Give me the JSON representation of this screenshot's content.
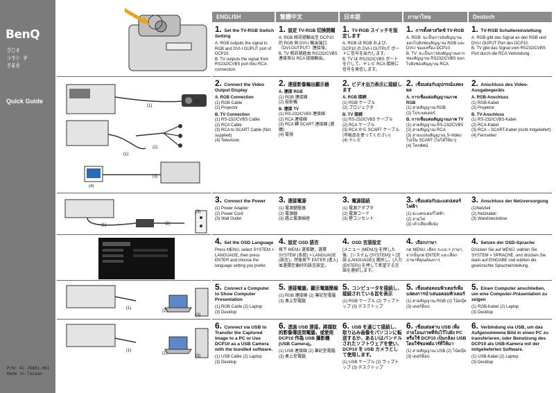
{
  "sidebar": {
    "brand": "BenQ",
    "glyph_block": [
      "ꑄ꒨ꑌ",
      "ꐈꑜꐈ ꑡ",
      "ꐛꑪꑖ"
    ],
    "section_title": "Quick Guide",
    "part_number": "P/N: 4J.J6801.001",
    "made_in": "Made in Taiwan"
  },
  "languages": [
    "ENGLISH",
    "繁體中文",
    "日本語",
    "ภาษาไทย",
    "Deutsch"
  ],
  "figure_labels": {
    "s2": [
      "(2)",
      "(1)",
      "(1)",
      "(2)",
      "(3)",
      "(4)"
    ],
    "s3": [
      "(3)",
      "(2)",
      "(1)"
    ],
    "s5": [
      "(1)",
      "(2)",
      "(3)"
    ],
    "s6": [
      "(1)",
      "(2)",
      "(3)"
    ]
  },
  "steps": {
    "en": [
      {
        "n": "1.",
        "t": "Set the TV-RGB Switch Setting",
        "items": [
          "A. RGB outputs the signal to RGB and DVI-I OUPUT port of DCP10.",
          "B. TV outputs the signal from RS232/CVBS port thru RCA connection."
        ]
      },
      {
        "n": "2.",
        "t": "Connect the Video Output Display",
        "items": [
          "A. RGB Connection",
          "(1) RGB Cable",
          "(2) Projector",
          "B. TV Connection",
          "(1) RS-232/CVBS Cable",
          "(2) RCA Cable",
          "(3) RCA to SCART Cable (Not supplied)",
          "(4) Television"
        ]
      },
      {
        "n": "3.",
        "t": "Connect the Power",
        "items": [
          "(1) Power Adapter",
          "(2) Power Cord",
          "(3) Wall Outlet"
        ]
      },
      {
        "n": "4.",
        "t": "Set the OSD Language",
        "items": [
          "Press MENU, select SYSTEM > LANGUAGE, then press ENTER and choose the language setting you prefer."
        ]
      },
      {
        "n": "5.",
        "t": "Connect a Computer to Show Computer Presentation",
        "items": [
          "(1) RGB Cable (2) Laptop",
          "(3) Desktop"
        ]
      },
      {
        "n": "6.",
        "t": "Connect via USB to Transfer the Captured Image to a PC or Use DCP10 as a USB Camera with the bundled software.",
        "items": [
          "(1) USB Cable (2) Laptop",
          "(3) Desktop"
        ]
      }
    ],
    "zh": [
      {
        "n": "1.",
        "t": "設定 TV-RGB 切換開關",
        "items": [
          "A. RGB 將訊號輸出至 DCP10 的 RGB 與 DVI-I 輸出端口（DVI-OUTPUT）連接埠。",
          "B. TV 將訊號經由 RS232/CVBS 連接埠以 RCA 接頭輸出。"
        ]
      },
      {
        "n": "2.",
        "t": "連接影像輸出顯示器",
        "items": [
          "A. 連接 RGB",
          "(1) RGB 連接線",
          "(2) 投影機",
          "B. 連接 TV",
          "(1) RS-232/CVBS 連接線",
          "(2) RCA 連接線",
          "(3) RCA 轉 SCART 連接線 (選購)",
          "(4) 電視"
        ]
      },
      {
        "n": "3.",
        "t": "連接電源",
        "items": [
          "(1) 電源變壓器",
          "(2) 電源線",
          "(3) 牆上電源插座"
        ]
      },
      {
        "n": "4.",
        "t": "設定 OSD 語言",
        "items": [
          "按下 MENU 選單鍵，選擇 SYSTEM (系統) > LANGUAGE (語言)，然後按下 ENTER (進入) 並選擇您偏好的語言設定。"
        ]
      },
      {
        "n": "5.",
        "t": "連接電腦，顯示電腦簡報",
        "items": [
          "(1) RGB 連接線 (2) 筆記型電腦",
          "(3) 桌上型電腦"
        ]
      },
      {
        "n": "6.",
        "t": "透過 USB 連接，將擷取的影像傳送到電腦，或使用 DCP10 作為 USB 攝影機 (USB Camera)。",
        "items": [
          "(1) USB 連接線 (2) 筆記型電腦",
          "(3) 桌上型電腦"
        ]
      }
    ],
    "ja": [
      {
        "n": "1.",
        "t": "TV-RGB スイッチを設定します",
        "items": [
          "A. RGB は RGB および、DCP10 の DVI-I OUTPUT ポートに信号を出力します。",
          "B. TV は RS232/CVBS ポートを介して、テレビ RCA 接続に信号を発信します。"
        ]
      },
      {
        "n": "2.",
        "t": "ビデオ出力表示に接続します",
        "items": [
          "A. RGB 接続",
          "(1) RGB ケーブル",
          "(2) プロジェクタ",
          "B. TV 接続",
          "(1) RS-232/CVBS ケーブル",
          "(2) RCA ケーブル",
          "(3) RCA から SCART ケーブル (市販品を使ってください)",
          "(4) テレビ"
        ]
      },
      {
        "n": "3.",
        "t": "電源接続",
        "items": [
          "(1) 電源アダプタ",
          "(2) 電源コード",
          "(3) 壁コンセント"
        ]
      },
      {
        "n": "4.",
        "t": "OSD 言語設定",
        "items": [
          "[メニュー (MENU)] を押した後、[システム (SYSTEM)] > [言語 (LANGUAGE)] 選択し、[入力 (ENTER)] を押して希望する言語を選択します。"
        ]
      },
      {
        "n": "5.",
        "t": "コンピュータを接続し、接続されている旨を表示",
        "items": [
          "(1) RGB ケーブル (2) ラップトップ (3) デスクトップ"
        ]
      },
      {
        "n": "6.",
        "t": "USB を通じて接続し、取り込み画像をパソコンに転送するか、あるいはバンドルされたソフトウェアを使い、DCP10 を USB カメラとして使用します。",
        "items": [
          "(1) USB ケーブル (2) ラップトップ (3) デスクトップ"
        ]
      }
    ],
    "th": [
      {
        "n": "1.",
        "t": "การตั้งค่าสวิตช์ TV-RGB",
        "items": [
          "A. RGB: จะเป็นการส่งสัญญาณออกไปยังช่องสัญญาณ RGB และ DVI-I ของเครื่อง DCP10",
          "B. TV: จะเป็นการส่งสัญญาณจากช่องสัญญาณ RS232/CVBS ออกไปยังช่องสัญญาณ RCA"
        ]
      },
      {
        "n": "2.",
        "t": "เชื่อมต่อกับอุปกรณ์แสดงผล",
        "items": [
          "A. การเชื่อมต่อสัญญาณภาพ RGB",
          "(1) สายสัญญาณ RGB",
          "(2) โปรเจคเตอร์",
          "B. การเชื่อมต่อสัญญาณภาพ TV",
          "(1) สายสัญญาณ RS-232/CVBS",
          "(2) สายสัญญาณ RCA",
          "(3) สายแปลงสัญญาณ S-Video ไปเป็น SCART (ไม่ได้ให้มา)",
          "(4) โทรทัศน์"
        ]
      },
      {
        "n": "3.",
        "t": "เชื่อมต่อกับอะแดปเตอร์ไฟฟ้า",
        "items": [
          "(1) อะแดปเตอร์ไฟฟ้า",
          "(2) สายไฟ",
          "(3) เต้าเสียบที่ผนัง"
        ]
      },
      {
        "n": "4.",
        "t": "เลือกภาษา",
        "items": [
          "กด MENU, เลือก ระบบ > ภาษา, จากนั้นกด ENTER และเลือกภาษาที่คุณต้องการ"
        ]
      },
      {
        "n": "5.",
        "t": "เชื่อมต่อคอมพิวเตอร์เพื่อแสดงการนำเสนอคอมพิวเตอร์",
        "items": [
          "(1) สายสัญญาณ RGB (2) โน้ตบุ๊ค",
          "(3) เดสก์ท็อป"
        ]
      },
      {
        "n": "6.",
        "t": "เชื่อมต่อผ่าน USB เพื่อถ่ายโอนภาพที่จับไว้ไปยัง PC หรือใช้ DCP10 เป็นกล้อง USB โดยใช้ซอฟต์แวร์ที่ให้มา",
        "items": [
          "(1) สายสัญญาณ USB (2) โน้ตบุ๊ค",
          "(3) เดสก์ท็อป"
        ]
      }
    ],
    "de": [
      {
        "n": "1.",
        "t": "TV-RGB Schaltereinstellung",
        "items": [
          "A. RGB gibt das Signal an den RGB und DVI-I OUPUT Port des DCP10.",
          "B. TV gibt das Signal vom RS232/CVBS Port durch die RCA Verbindung."
        ]
      },
      {
        "n": "2.",
        "t": "Anschluss des Video-Ausgabegeräts",
        "items": [
          "A. RGB-Anschluss",
          "(1) RGB-Kabel",
          "(2) Projektor",
          "B. TV-Anschluss",
          "(1) RS-232/CVBS-Kabel",
          "(2) RCA-Kabel",
          "(3) RCA – SCART-Kabel (nicht mitgeliefert)",
          "(4) Fernseher"
        ]
      },
      {
        "n": "3.",
        "t": "Anschluss der Netzversorgung",
        "items": [
          "(1)Netzteil",
          "(2) Netzkabel",
          "(3) Wandsteckdose"
        ]
      },
      {
        "n": "4.",
        "t": "Setzen der OSD-Sprache",
        "items": [
          "Drücken Sie auf MENÜ, wählen Sie SYSTEM > SPRACHE, und drücken Sie dann auf EINGABE und wählen die gewünschte Spracheinstellung."
        ]
      },
      {
        "n": "5.",
        "t": "Einen Computer anschließen, um eine Computer-Präsentation zu zeigen",
        "items": [
          "(1) RGB-Kabel (2) Laptop",
          "(3) Desktop"
        ]
      },
      {
        "n": "6.",
        "t": "Verbindung via USB, um das Aufgenommene Bild in einen PC zu transferieren, oder Benutzung des DCP10 als USB-Kamera mit der mitgelieferten Software.",
        "items": [
          "(1) USB-Kabel (2) Laptop",
          "(3) Desktop"
        ]
      }
    ]
  },
  "colors": {
    "band": "#7b7b7b",
    "header": "#8c8c8c",
    "accent_arrow": "#f0a020"
  }
}
